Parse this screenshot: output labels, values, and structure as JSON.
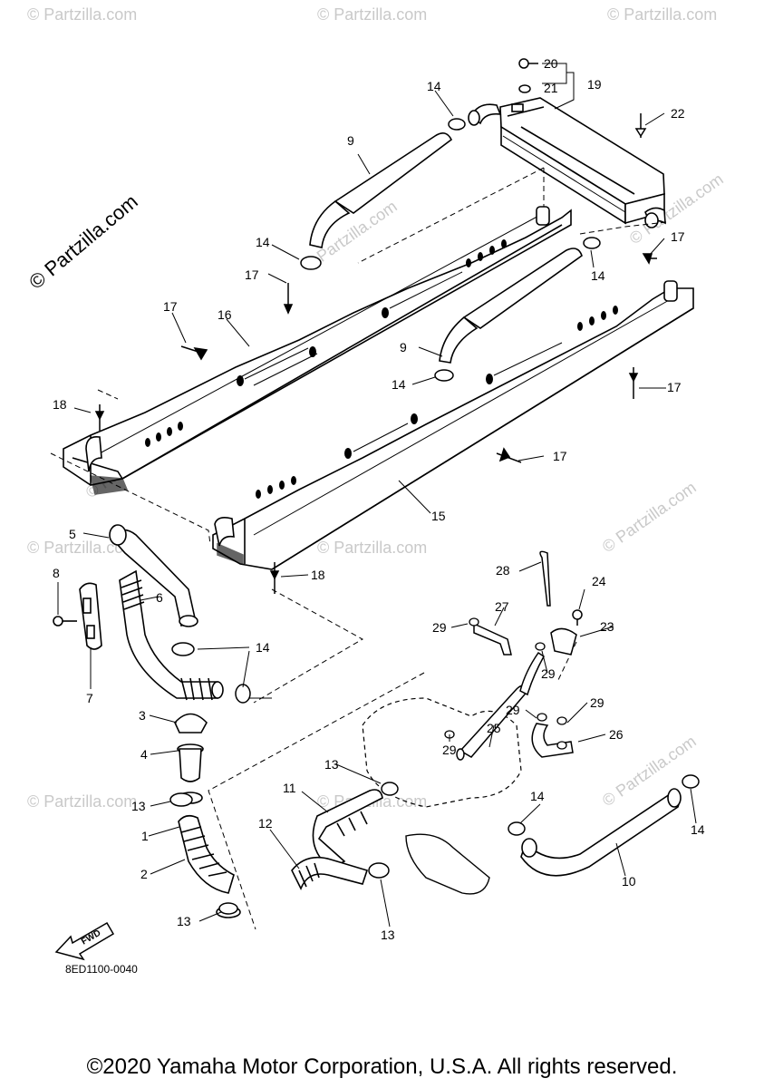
{
  "watermarks": [
    "© Partzilla.com",
    "© Partzilla.com",
    "© Partzilla.com",
    "© Partzilla.com",
    "© Partzilla.com",
    "© Partzilla.com",
    "© Partzilla.com",
    "© Partzilla.com",
    "© Partzilla.com",
    "© Partzilla.com",
    "© Partzilla.com",
    "© Partzilla.com",
    "© Partzilla.com"
  ],
  "brand_watermark": "© Partzilla.com",
  "fwd_label": "FWD",
  "diagram_code": "8ED1100-0040",
  "copyright": "©2020 Yamaha Motor Corporation, U.S.A. All rights reserved.",
  "callouts": [
    "1",
    "2",
    "3",
    "4",
    "5",
    "6",
    "7",
    "8",
    "9",
    "9",
    "10",
    "11",
    "12",
    "13",
    "13",
    "13",
    "13",
    "14",
    "14",
    "14",
    "14",
    "14",
    "14",
    "14",
    "15",
    "16",
    "17",
    "17",
    "17",
    "17",
    "17",
    "18",
    "18",
    "19",
    "20",
    "21",
    "22",
    "23",
    "24",
    "25",
    "26",
    "27",
    "28",
    "29",
    "29",
    "29",
    "29",
    "29"
  ]
}
